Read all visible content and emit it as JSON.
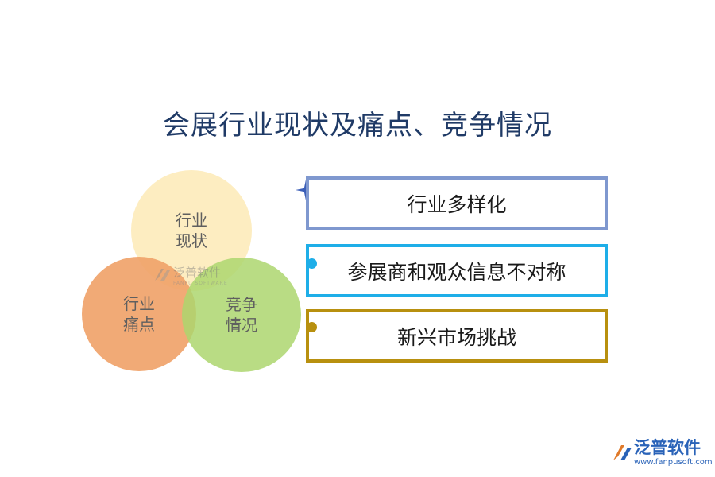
{
  "title": "会展行业现状及痛点、竞争情况",
  "circles": [
    {
      "label": "行业\n现状",
      "color": "#fdecbe"
    },
    {
      "label": "行业\n痛点",
      "color": "#f0a36a"
    },
    {
      "label": "竞争\n情况",
      "color": "#add66f"
    }
  ],
  "items": [
    {
      "label": "行业多样化",
      "color": "#7f98cf"
    },
    {
      "label": "参展商和观众信息不对称",
      "color": "#1eaee8"
    },
    {
      "label": "新兴市场挑战",
      "color": "#b8900f"
    }
  ],
  "watermark": {
    "text": "泛普软件",
    "sub": "FANPU SOFTWARE"
  },
  "logo": {
    "text": "泛普软件",
    "url": "www.fanpusoft.com",
    "color": "#2a63b8"
  }
}
